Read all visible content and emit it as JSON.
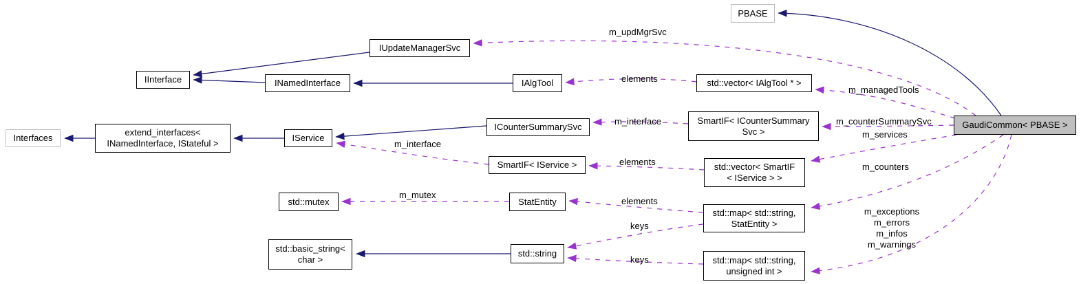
{
  "diagram": {
    "kind": "collaboration-graph",
    "colors": {
      "inheritance_edge": "#191970",
      "usage_edge": "#9a32cd",
      "node_border": "#000000",
      "external_node_border": "#bebebe",
      "focus_node_fill": "#bfbfbf",
      "background": "#ffffff"
    },
    "nodes": {
      "pbase": {
        "label": "PBASE"
      },
      "iupdatemanagersvc": {
        "label": "IUpdateManagerSvc"
      },
      "iinterface": {
        "label": "IInterface"
      },
      "inamedinterface": {
        "label": "INamedInterface"
      },
      "ialgtool": {
        "label": "IAlgTool"
      },
      "vector_ialgtool": {
        "label": "std::vector< IAlgTool * >"
      },
      "interfaces": {
        "label": "Interfaces"
      },
      "extend_interfaces": {
        "label": "extend_interfaces<\n INamedInterface, IStateful >"
      },
      "iservice": {
        "label": "IService"
      },
      "icountersummarysvc": {
        "label": "ICounterSummarySvc"
      },
      "smartif_icountersummarysvc": {
        "label": "SmartIF< ICounterSummary\nSvc >"
      },
      "smartif_iservice": {
        "label": "SmartIF< IService >"
      },
      "vector_smartif_iservice": {
        "label": "std::vector< SmartIF\n< IService > >"
      },
      "std_mutex": {
        "label": "std::mutex"
      },
      "statentity": {
        "label": "StatEntity"
      },
      "std_basic_string": {
        "label": "std::basic_string<\nchar >"
      },
      "std_string": {
        "label": "std::string"
      },
      "map_string_statentity": {
        "label": "std::map< std::string,\nStatEntity >"
      },
      "map_string_unsigned_int": {
        "label": "std::map< std::string,\nunsigned int >"
      },
      "gaudicommon": {
        "label": "GaudiCommon< PBASE >"
      }
    },
    "edge_labels": {
      "m_updMgrSvc": "m_updMgrSvc",
      "elements_ialgtool": "elements",
      "m_managedTools": "m_managedTools",
      "m_interface_counter": "m_interface",
      "m_counterSummarySvc": "m_counterSummarySvc",
      "m_services": "m_services",
      "m_interface_iservice": "m_interface",
      "elements_iservice": "elements",
      "m_counters": "m_counters",
      "m_mutex": "m_mutex",
      "elements_statentity": "elements",
      "keys_statentity": "keys",
      "m_exceptions": "m_exceptions",
      "m_errors": "m_errors",
      "m_infos": "m_infos",
      "m_warnings": "m_warnings",
      "keys_unsigned": "keys"
    }
  }
}
